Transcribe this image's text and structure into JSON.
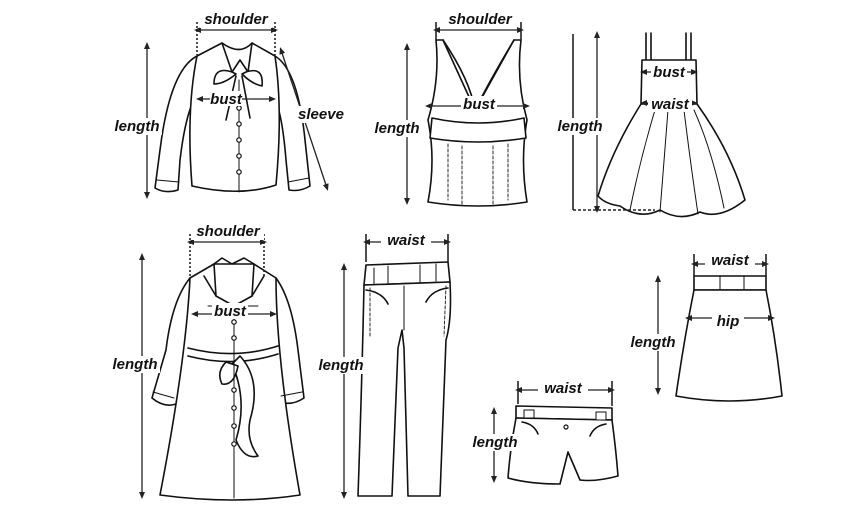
{
  "diagram": {
    "garments": [
      {
        "id": "blouse",
        "labels": {
          "shoulder": "shoulder",
          "bust": "bust",
          "length": "length",
          "sleeve": "sleeve"
        }
      },
      {
        "id": "tank-top",
        "labels": {
          "shoulder": "shoulder",
          "bust": "bust",
          "length": "length"
        }
      },
      {
        "id": "dress",
        "labels": {
          "bust": "bust",
          "waist": "waist",
          "length": "length"
        }
      },
      {
        "id": "coat",
        "labels": {
          "shoulder": "shoulder",
          "bust": "bust",
          "length": "length"
        }
      },
      {
        "id": "trousers",
        "labels": {
          "waist": "waist",
          "length": "length"
        }
      },
      {
        "id": "skirt",
        "labels": {
          "waist": "waist",
          "hip": "hip",
          "length": "length"
        }
      },
      {
        "id": "shorts",
        "labels": {
          "waist": "waist",
          "length": "length"
        }
      }
    ]
  }
}
